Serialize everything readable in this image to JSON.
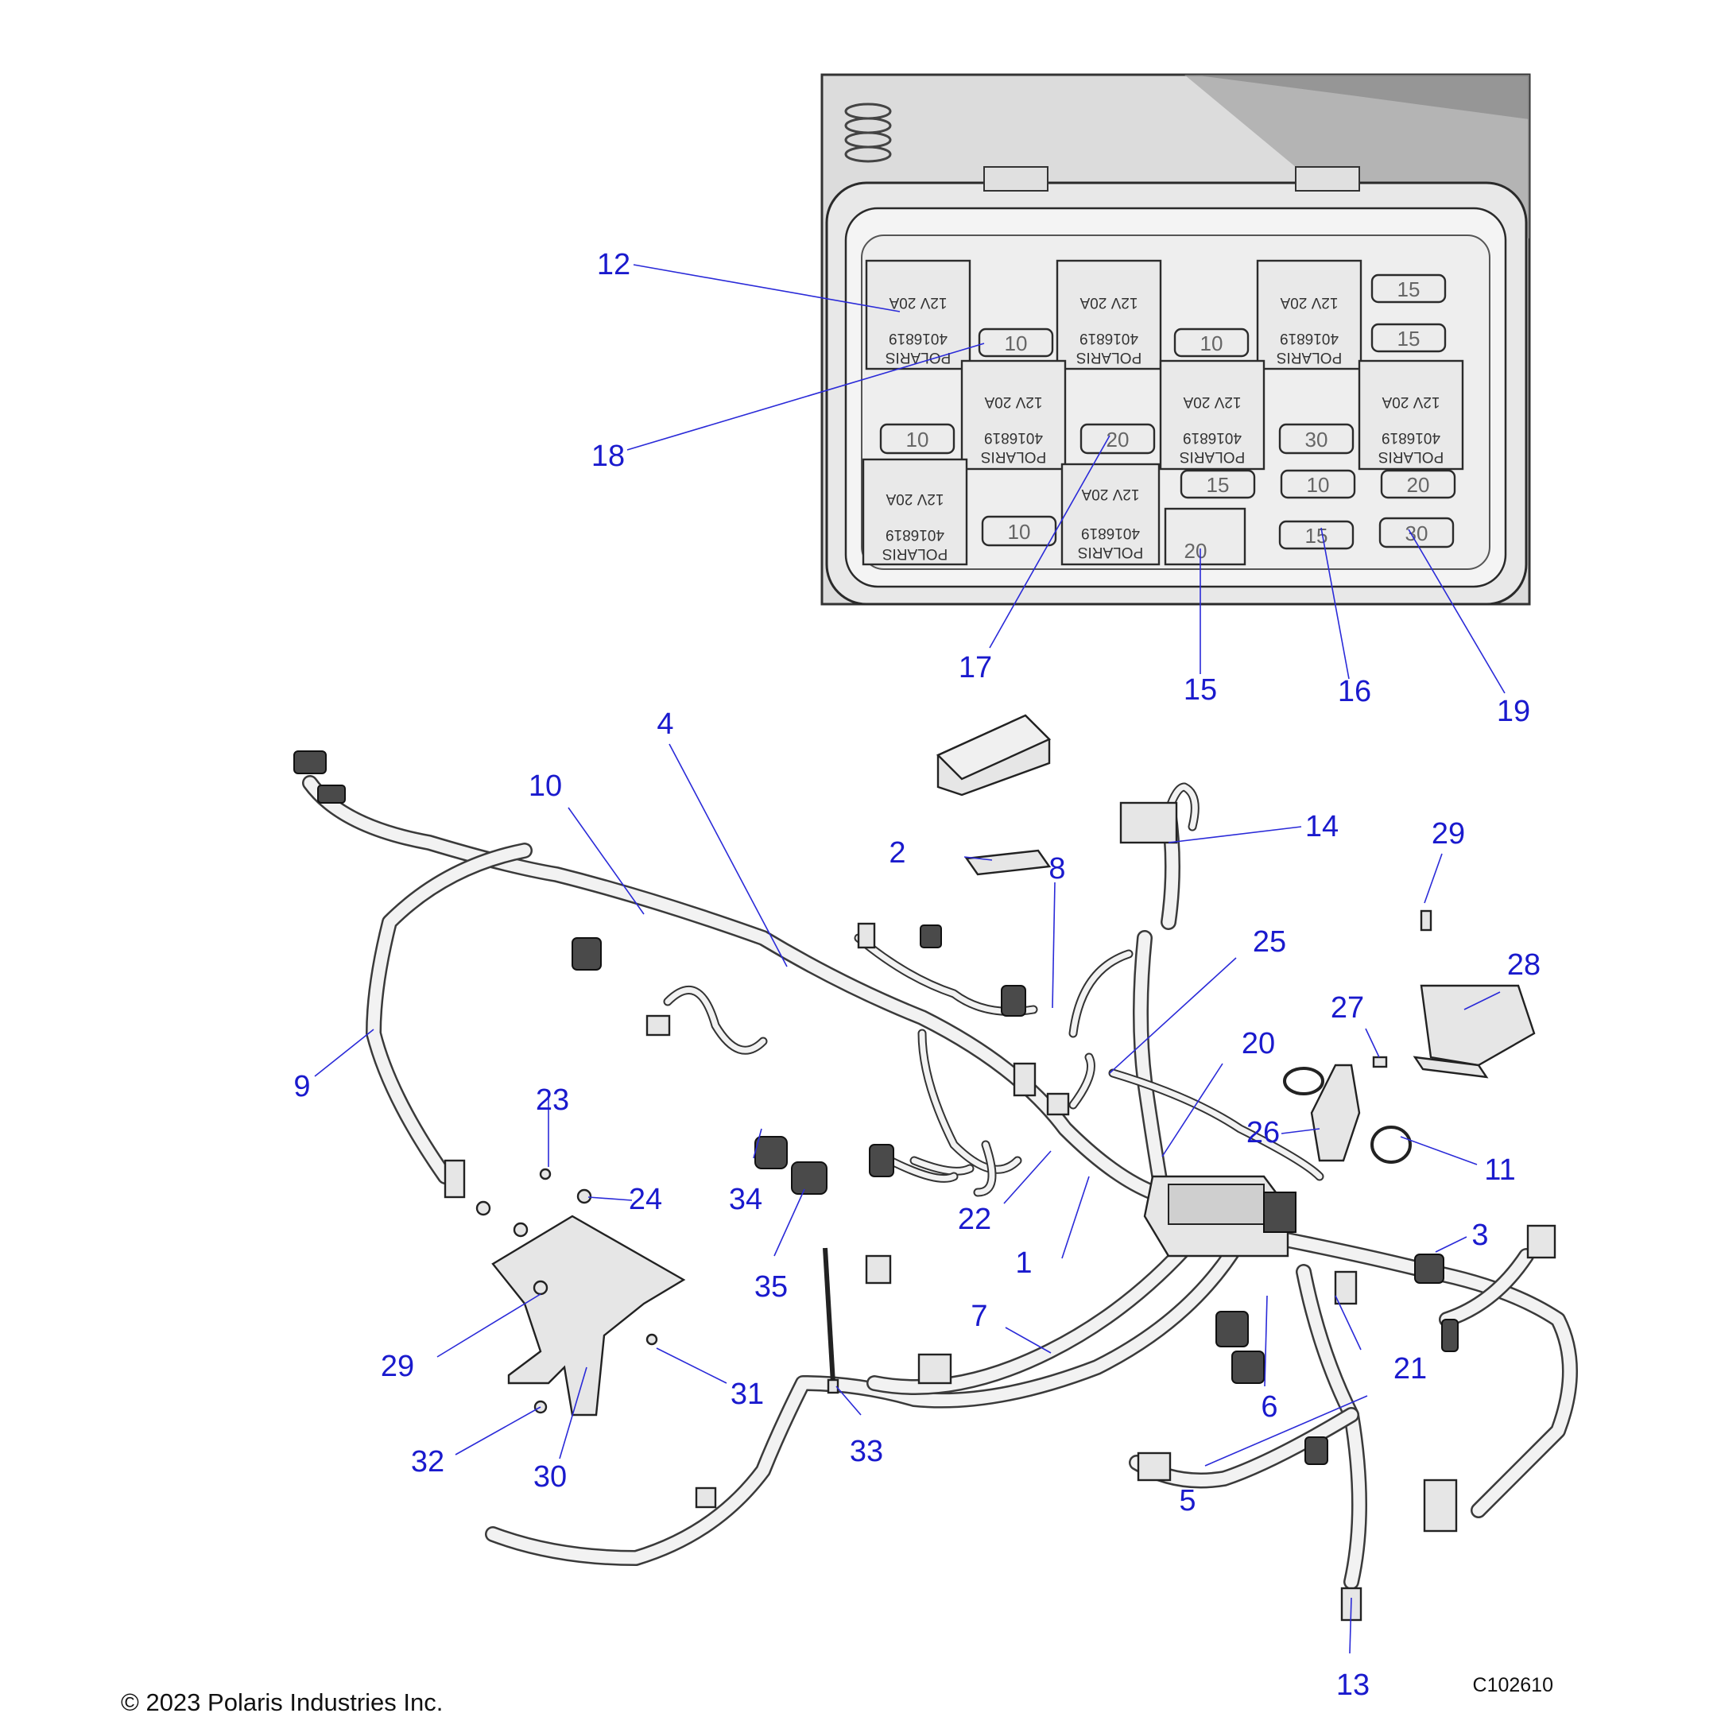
{
  "callouts": [
    {
      "id": "1",
      "text": "1"
    },
    {
      "id": "2",
      "text": "2"
    },
    {
      "id": "3",
      "text": "3"
    },
    {
      "id": "4",
      "text": "4"
    },
    {
      "id": "5",
      "text": "5"
    },
    {
      "id": "6",
      "text": "6"
    },
    {
      "id": "7",
      "text": "7"
    },
    {
      "id": "8",
      "text": "8"
    },
    {
      "id": "9",
      "text": "9"
    },
    {
      "id": "10",
      "text": "10"
    },
    {
      "id": "11",
      "text": "11"
    },
    {
      "id": "12",
      "text": "12"
    },
    {
      "id": "13",
      "text": "13"
    },
    {
      "id": "14",
      "text": "14"
    },
    {
      "id": "15",
      "text": "15"
    },
    {
      "id": "16",
      "text": "16"
    },
    {
      "id": "17",
      "text": "17"
    },
    {
      "id": "18",
      "text": "18"
    },
    {
      "id": "19",
      "text": "19"
    },
    {
      "id": "20",
      "text": "20"
    },
    {
      "id": "21",
      "text": "21"
    },
    {
      "id": "22",
      "text": "22"
    },
    {
      "id": "23",
      "text": "23"
    },
    {
      "id": "24",
      "text": "24"
    },
    {
      "id": "25",
      "text": "25"
    },
    {
      "id": "26",
      "text": "26"
    },
    {
      "id": "27",
      "text": "27"
    },
    {
      "id": "28",
      "text": "28"
    },
    {
      "id": "29a",
      "text": "29"
    },
    {
      "id": "29b",
      "text": "29"
    },
    {
      "id": "30",
      "text": "30"
    },
    {
      "id": "31",
      "text": "31"
    },
    {
      "id": "32",
      "text": "32"
    },
    {
      "id": "33",
      "text": "33"
    },
    {
      "id": "34",
      "text": "34"
    },
    {
      "id": "35",
      "text": "35"
    }
  ],
  "fuse_box": {
    "relay_label_lines": [
      "POLARIS",
      "4016819",
      "12V 20A"
    ],
    "fuse_ratings": [
      "15",
      "15",
      "10",
      "10",
      "10",
      "20",
      "30",
      "15",
      "10",
      "20",
      "10",
      "20",
      "15",
      "30"
    ]
  },
  "footer": {
    "copyright": "© 2023 Polaris Industries Inc.",
    "illustration_code": "C102610"
  },
  "colors": {
    "callout": "#1a1acd",
    "line_art": "#222222",
    "panel_background": "#e4e4e4"
  }
}
